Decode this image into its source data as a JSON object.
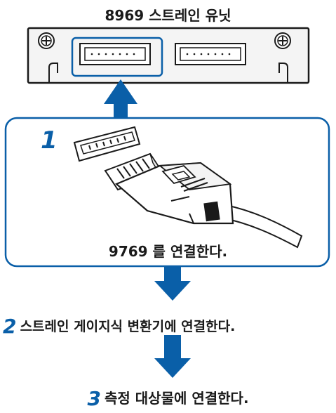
{
  "unit_title": "8969 스트레인 유닛",
  "steps": [
    {
      "number": "1",
      "text": "9769 를 연결한다."
    },
    {
      "number": "2",
      "text": "스트레인 게이지식 변환기에 연결한다."
    },
    {
      "number": "3",
      "text": "측정 대상물에 연결한다."
    }
  ],
  "colors": {
    "accent": "#0a5fa8",
    "panel_fill": "#f4f4f4",
    "outline": "#1a1a1a"
  }
}
